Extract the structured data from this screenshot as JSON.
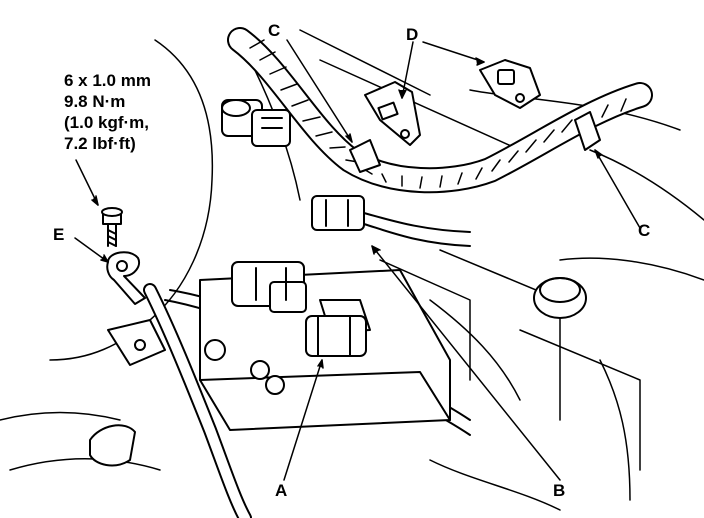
{
  "spec": {
    "line1": "6 x 1.0 mm",
    "line2": "9.8 N·m",
    "line3": "(1.0 kgf·m,",
    "line4": "7.2 lbf·ft)"
  },
  "callouts": {
    "a": "A",
    "b": "B",
    "c_top": "C",
    "c_right": "C",
    "d": "D",
    "e": "E"
  },
  "colors": {
    "ink": "#000000",
    "paper": "#ffffff"
  }
}
